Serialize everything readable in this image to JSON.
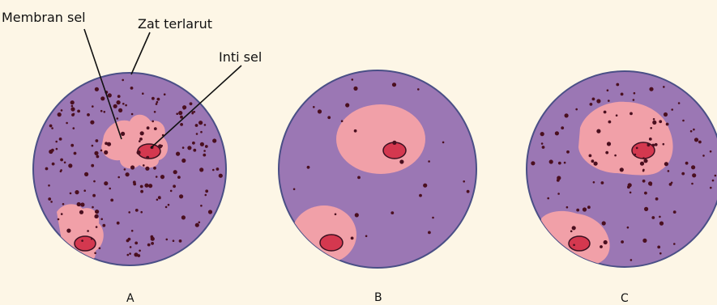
{
  "labels": {
    "membrane": "Membran sel",
    "solute": "Zat terlarut",
    "nucleus": "Inti sel"
  },
  "panels": [
    {
      "letter": "A"
    },
    {
      "letter": "B"
    },
    {
      "letter": "C"
    }
  ],
  "colors": {
    "background": "#fdf6e6",
    "medium": "#9b77b4",
    "medium_border": "#4a4f86",
    "cell": "#f1a0a8",
    "nucleus": "#d4384f",
    "nucleus_border": "#3a1020",
    "solute": "#4a0f1f"
  }
}
